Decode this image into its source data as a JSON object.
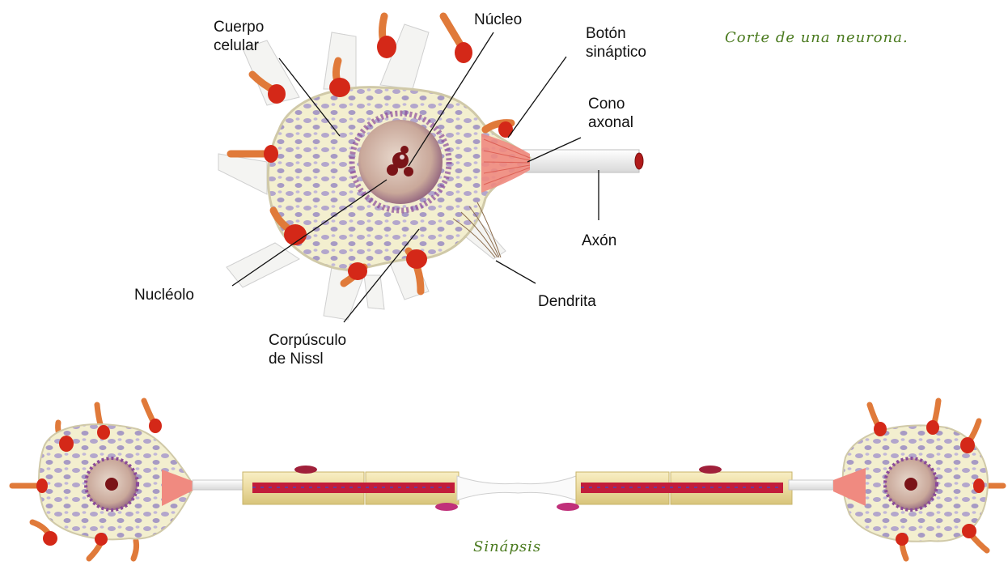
{
  "colors": {
    "caption": "#4a7a1e",
    "cytoplasm": "#f3efcf",
    "nissl": "#a79ac4",
    "nucleus": "#c9a89a",
    "nucleolus": "#7a1418",
    "spine": "#e07a3a",
    "bouton": "#d42818",
    "axon_hillock": "#f08a80",
    "myelin": "#ecdba0",
    "axoplasm": "#c21c3a",
    "leader_line": "#111111"
  },
  "captions": {
    "neuron_section": "Corte de una neurona.",
    "synapse": "Sinápsis"
  },
  "labels": {
    "cuerpo_celular": "Cuerpo\ncelular",
    "nucleo": "Núcleo",
    "boton_sinaptico": "Botón\nsináptico",
    "cono_axonal": "Cono\naxonal",
    "axon": "Axón",
    "nucleolo": "Nucléolo",
    "dendrita": "Dendrita",
    "corpusculo_nissl": "Corpúsculo\nde Nissl"
  }
}
